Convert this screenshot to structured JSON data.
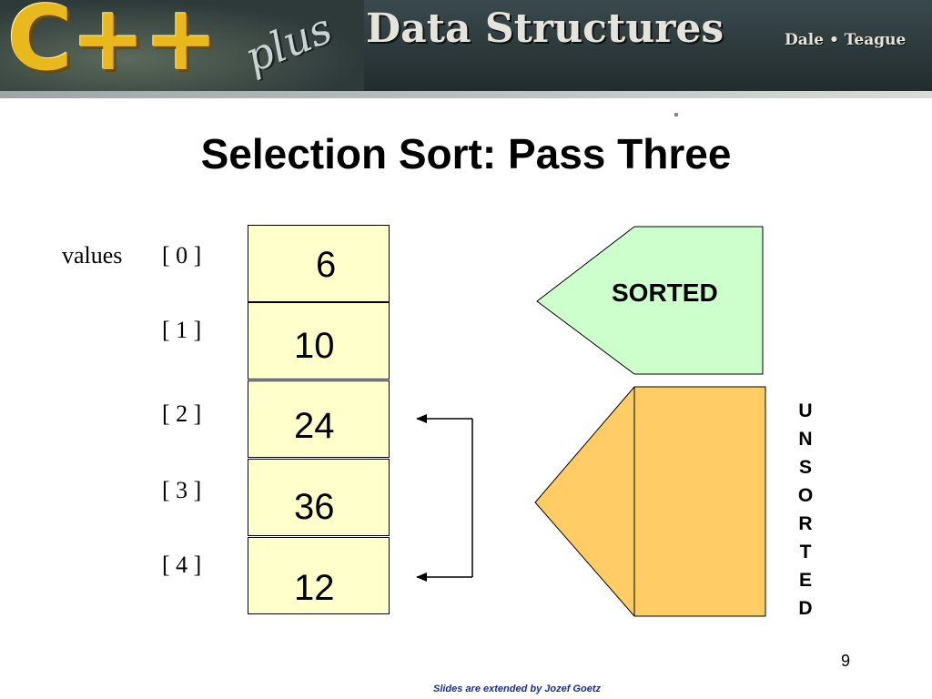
{
  "banner": {
    "logo": "C++",
    "logo_suffix": "plus",
    "title": "Data Structures",
    "authors": "Dale • Teague"
  },
  "slide": {
    "title": "Selection Sort: Pass Three",
    "array_name": "values",
    "cells": [
      {
        "index": "[ 0 ]",
        "value": "6"
      },
      {
        "index": "[ 1 ]",
        "value": "10"
      },
      {
        "index": "[ 2 ]",
        "value": "24"
      },
      {
        "index": "[ 3 ]",
        "value": "36"
      },
      {
        "index": "[ 4 ]",
        "value": "12"
      }
    ],
    "sorted_label": "SORTED",
    "unsorted_letters": [
      "U",
      "N",
      "S",
      "O",
      "R",
      "T",
      "E",
      "D"
    ],
    "page_number": "9",
    "footer": "Slides are extended by Jozef Goetz"
  },
  "colors": {
    "cell_fill": "#ffffcc",
    "sorted_fill": "#ccffcc",
    "unsorted_fill": "#ffcc66",
    "footer_text": "#1a2e8a"
  }
}
